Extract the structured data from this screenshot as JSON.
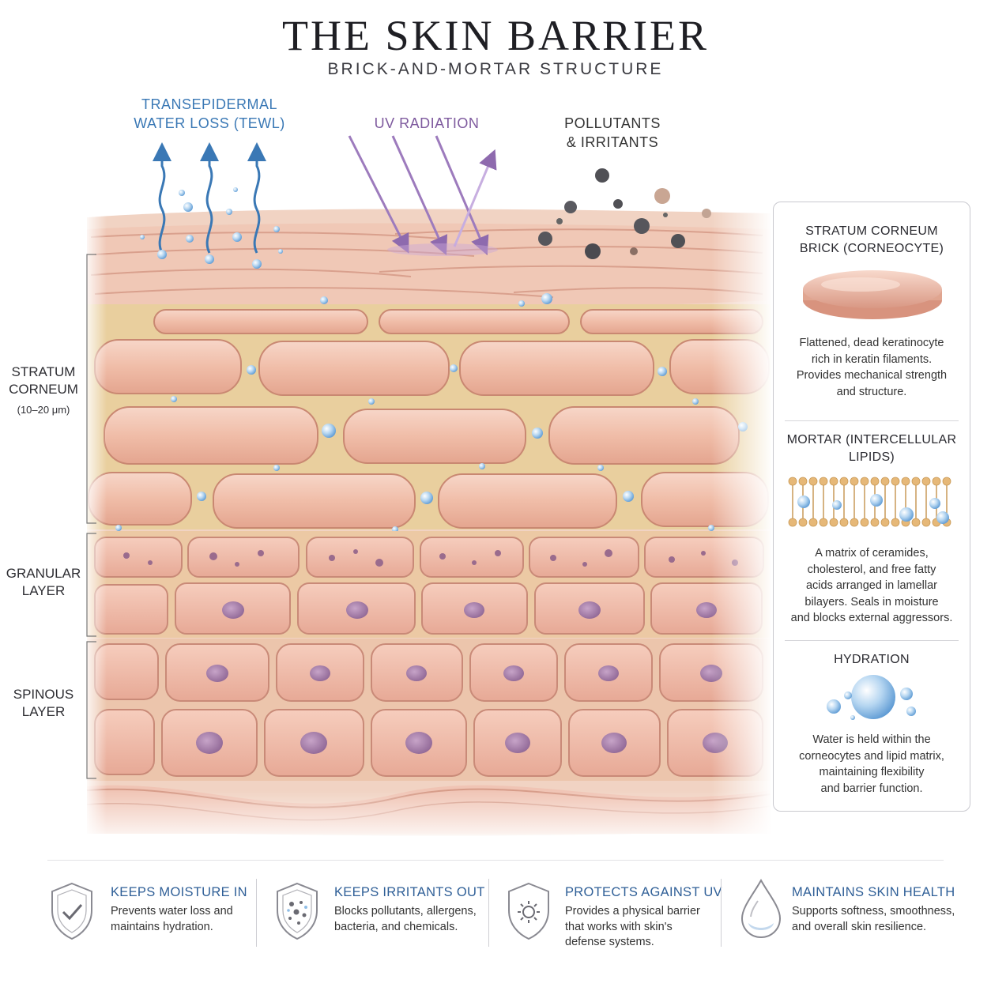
{
  "title": "THE SKIN BARRIER",
  "subtitle": "BRICK-AND-MORTAR STRUCTURE",
  "top_labels": {
    "tewl": [
      "TRANSEPIDERMAL",
      "WATER LOSS (TEWL)"
    ],
    "uv": "UV RADIATION",
    "pollutants": [
      "POLLUTANTS",
      "& IRRITANTS"
    ]
  },
  "layer_labels": {
    "stratum_corneum": [
      "STRATUM",
      "CORNEUM"
    ],
    "stratum_corneum_thickness": "(10–20 μm)",
    "granular": [
      "GRANULAR",
      "LAYER"
    ],
    "spinous": [
      "SPINOUS",
      "LAYER"
    ]
  },
  "panel": {
    "brick_title": [
      "STRATUM CORNEUM",
      "BRICK (CORNEOCYTE)"
    ],
    "brick_text": [
      "Flattened, dead keratinocyte",
      "rich in keratin filaments.",
      "Provides mechanical strength",
      "and structure."
    ],
    "mortar_title": [
      "MORTAR (INTERCELLULAR",
      "LIPIDS)"
    ],
    "mortar_text": [
      "A matrix of ceramides,",
      "cholesterol, and free fatty",
      "acids arranged in lamellar",
      "bilayers. Seals in moisture",
      "and blocks external aggressors."
    ],
    "hydration_title": "HYDRATION",
    "hydration_text": [
      "Water is held within the",
      "corneocytes and lipid matrix,",
      "maintaining flexibility",
      "and barrier function."
    ]
  },
  "features": [
    {
      "icon": "shield-check-icon",
      "title": "KEEPS MOISTURE IN",
      "text": [
        "Prevents water loss and",
        "maintains hydration."
      ]
    },
    {
      "icon": "shield-particles-icon",
      "title": "KEEPS IRRITANTS OUT",
      "text": [
        "Blocks pollutants, allergens,",
        "bacteria, and chemicals."
      ]
    },
    {
      "icon": "shield-sun-icon",
      "title": "PROTECTS AGAINST UV",
      "text": [
        "Provides a physical barrier",
        "that works with skin's",
        "defense systems."
      ]
    },
    {
      "icon": "water-drop-icon",
      "title": "MAINTAINS SKIN HEALTH",
      "text": [
        "Supports softness, smoothness,",
        "and overall skin resilience."
      ]
    }
  ],
  "colors": {
    "brick": "#f2c3b0",
    "mortar": "#e8c98f",
    "water": "#8fbde6",
    "tewl": "#3a78b5",
    "uv": "#8e6aae",
    "feature_heading": "#2f5f97"
  }
}
